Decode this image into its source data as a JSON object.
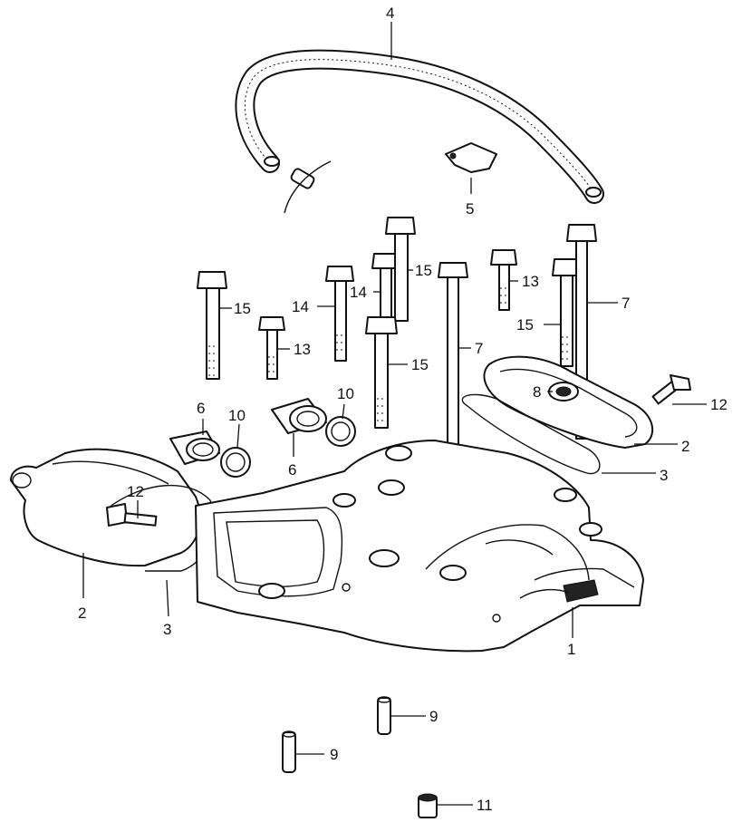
{
  "callouts": {
    "c1": "1",
    "c2a": "2",
    "c2b": "2",
    "c3a": "3",
    "c3b": "3",
    "c4": "4",
    "c5": "5",
    "c6a": "6",
    "c6b": "6",
    "c7a": "7",
    "c7b": "7",
    "c8": "8",
    "c9a": "9",
    "c9b": "9",
    "c10a": "10",
    "c10b": "10",
    "c11": "11",
    "c12a": "12",
    "c12b": "12",
    "c13a": "13",
    "c13b": "13",
    "c14a": "14",
    "c14b": "14",
    "c15a": "15",
    "c15b": "15",
    "c15c": "15",
    "c15d": "15"
  }
}
